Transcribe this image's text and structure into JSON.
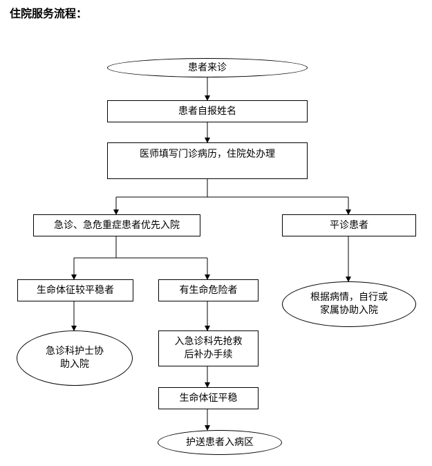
{
  "title": "住院服务流程：",
  "nodes": {
    "patient_arrival": "患者来诊",
    "self_report_name": "患者自报姓名",
    "doctor_fill_record": "医师填写门诊病历，住院处办理",
    "emergency_priority": "急诊、急危重症患者优先入院",
    "normal_patient": "平诊患者",
    "vital_stable": "生命体征较平稳者",
    "life_danger": "有生命危险者",
    "self_or_family": "根据病情，自行或\n家属协助入院",
    "nurse_assist": "急诊科护士协\n助入院",
    "rescue_first": "入急诊科先抢救\n后补办手续",
    "vital_stable_2": "生命体征平稳",
    "escort_ward": "护送患者入病区"
  },
  "colors": {
    "line": "#000000",
    "fill": "#ffffff"
  }
}
